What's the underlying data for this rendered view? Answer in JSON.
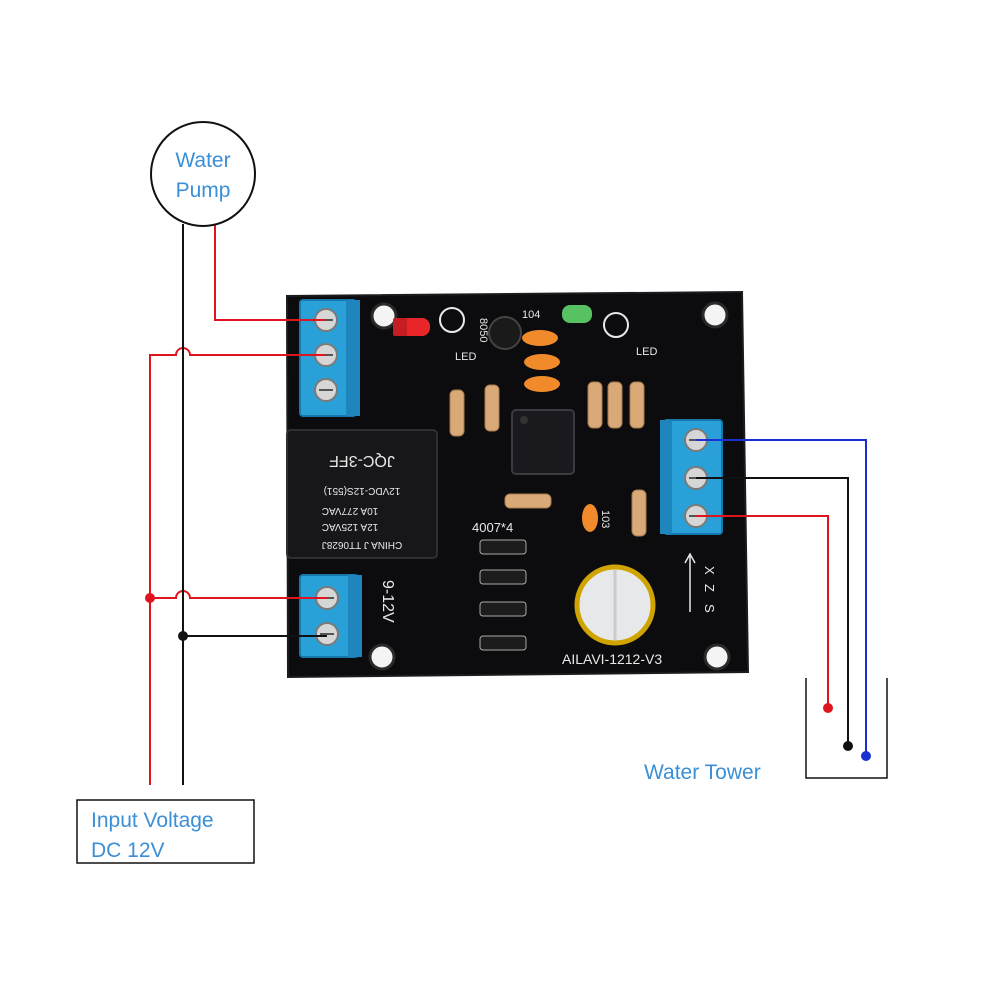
{
  "labels": {
    "pump_line1": "Water",
    "pump_line2": "Pump",
    "input_line1": "Input Voltage",
    "input_line2": "DC 12V",
    "tower": "Water Tower"
  },
  "board": {
    "model": "AILAVI-1212-V3",
    "voltage": "9-12V",
    "diode_label": "4007*4",
    "cap_label": "103",
    "ceramic_label": "104",
    "transistor_label": "8050",
    "led_left_label": "LED",
    "led_right_label": "LED",
    "probe_x": "X",
    "probe_z": "Z",
    "probe_s": "S",
    "relay_lines": [
      "CHINA   J   TT0628J",
      "12A 125VAC",
      "10A 277VAC",
      "12VDC-12S(551)",
      "JQC-3FF"
    ]
  },
  "colors": {
    "label_text": "#3a8fd6",
    "wire_red": "#e0141e",
    "wire_black": "#111111",
    "wire_blue": "#1a2fd0",
    "pcb": "#0c0c0e",
    "terminal": "#2aa0d8",
    "relay": "#17171a"
  }
}
